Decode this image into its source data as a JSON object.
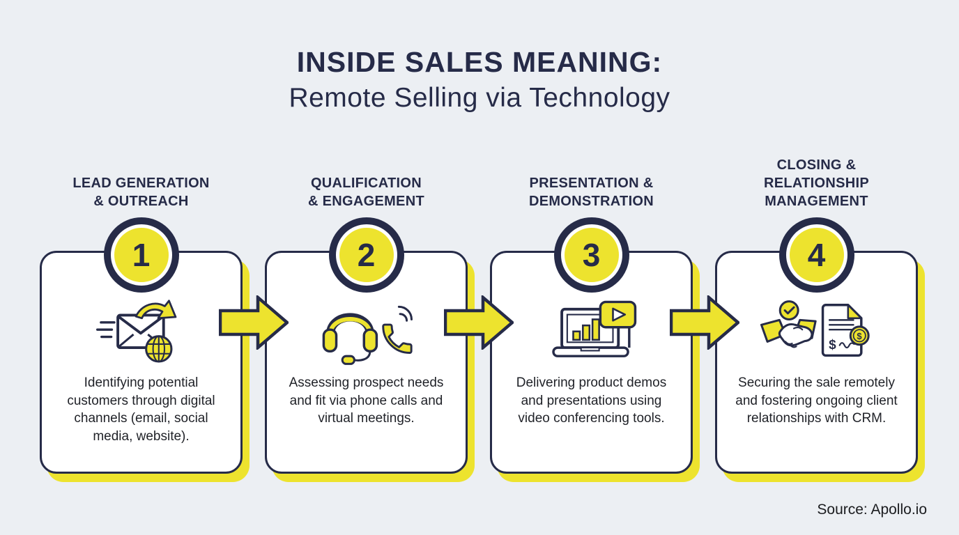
{
  "title": {
    "line1": "INSIDE SALES MEANING:",
    "line2": "Remote Selling via Technology"
  },
  "footer": {
    "source": "Source: Apollo.io"
  },
  "colors": {
    "background": "#ECEFF3",
    "navy": "#262B48",
    "yellow": "#EDE32E",
    "card_background": "#FFFFFF",
    "body_text": "#1F2127"
  },
  "icons": {
    "dollar_symbol": "$"
  },
  "steps": [
    {
      "number": "1",
      "heading": "LEAD GENERATION\n& OUTREACH",
      "icon": "email-outreach-icon",
      "description": "Identifying potential customers through digital channels (email, social media, website)."
    },
    {
      "number": "2",
      "heading": "QUALIFICATION\n& ENGAGEMENT",
      "icon": "headset-phone-icon",
      "description": "Assessing prospect needs and fit via phone calls and virtual meetings."
    },
    {
      "number": "3",
      "heading": "PRESENTATION &\nDEMONSTRATION",
      "icon": "laptop-presentation-icon",
      "description": "Delivering product demos and presentations using video conferencing tools."
    },
    {
      "number": "4",
      "heading": "CLOSING &\nRELATIONSHIP\nMANAGEMENT",
      "icon": "handshake-contract-icon",
      "description": "Securing the sale remotely and fostering ongoing client relationships with CRM."
    }
  ]
}
